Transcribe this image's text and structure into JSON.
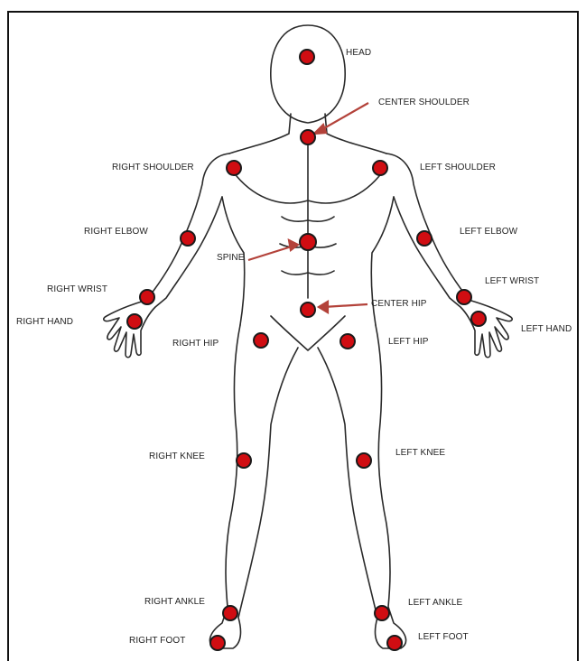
{
  "colors": {
    "joint_fill": "#d00d12",
    "joint_ring": "#1a1a1a",
    "arrow": "#b3423a",
    "outline": "#2a2a2a"
  },
  "labels": {
    "head": "HEAD",
    "center_shoulder": "CENTER SHOULDER",
    "right_shoulder": "RIGHT SHOULDER",
    "left_shoulder": "LEFT SHOULDER",
    "right_elbow": "RIGHT ELBOW",
    "left_elbow": "LEFT ELBOW",
    "spine": "SPINE",
    "right_wrist": "RIGHT WRIST",
    "left_wrist": "LEFT WRIST",
    "right_hand": "RIGHT HAND",
    "left_hand": "LEFT HAND",
    "center_hip": "CENTER HIP",
    "right_hip": "RIGHT HIP",
    "left_hip": "LEFT HIP",
    "right_knee": "RIGHT KNEE",
    "left_knee": "LEFT KNEE",
    "right_ankle": "RIGHT ANKLE",
    "left_ankle": "LEFT ANKLE",
    "right_foot": "RIGHT FOOT",
    "left_foot": "LEFT FOOT"
  }
}
